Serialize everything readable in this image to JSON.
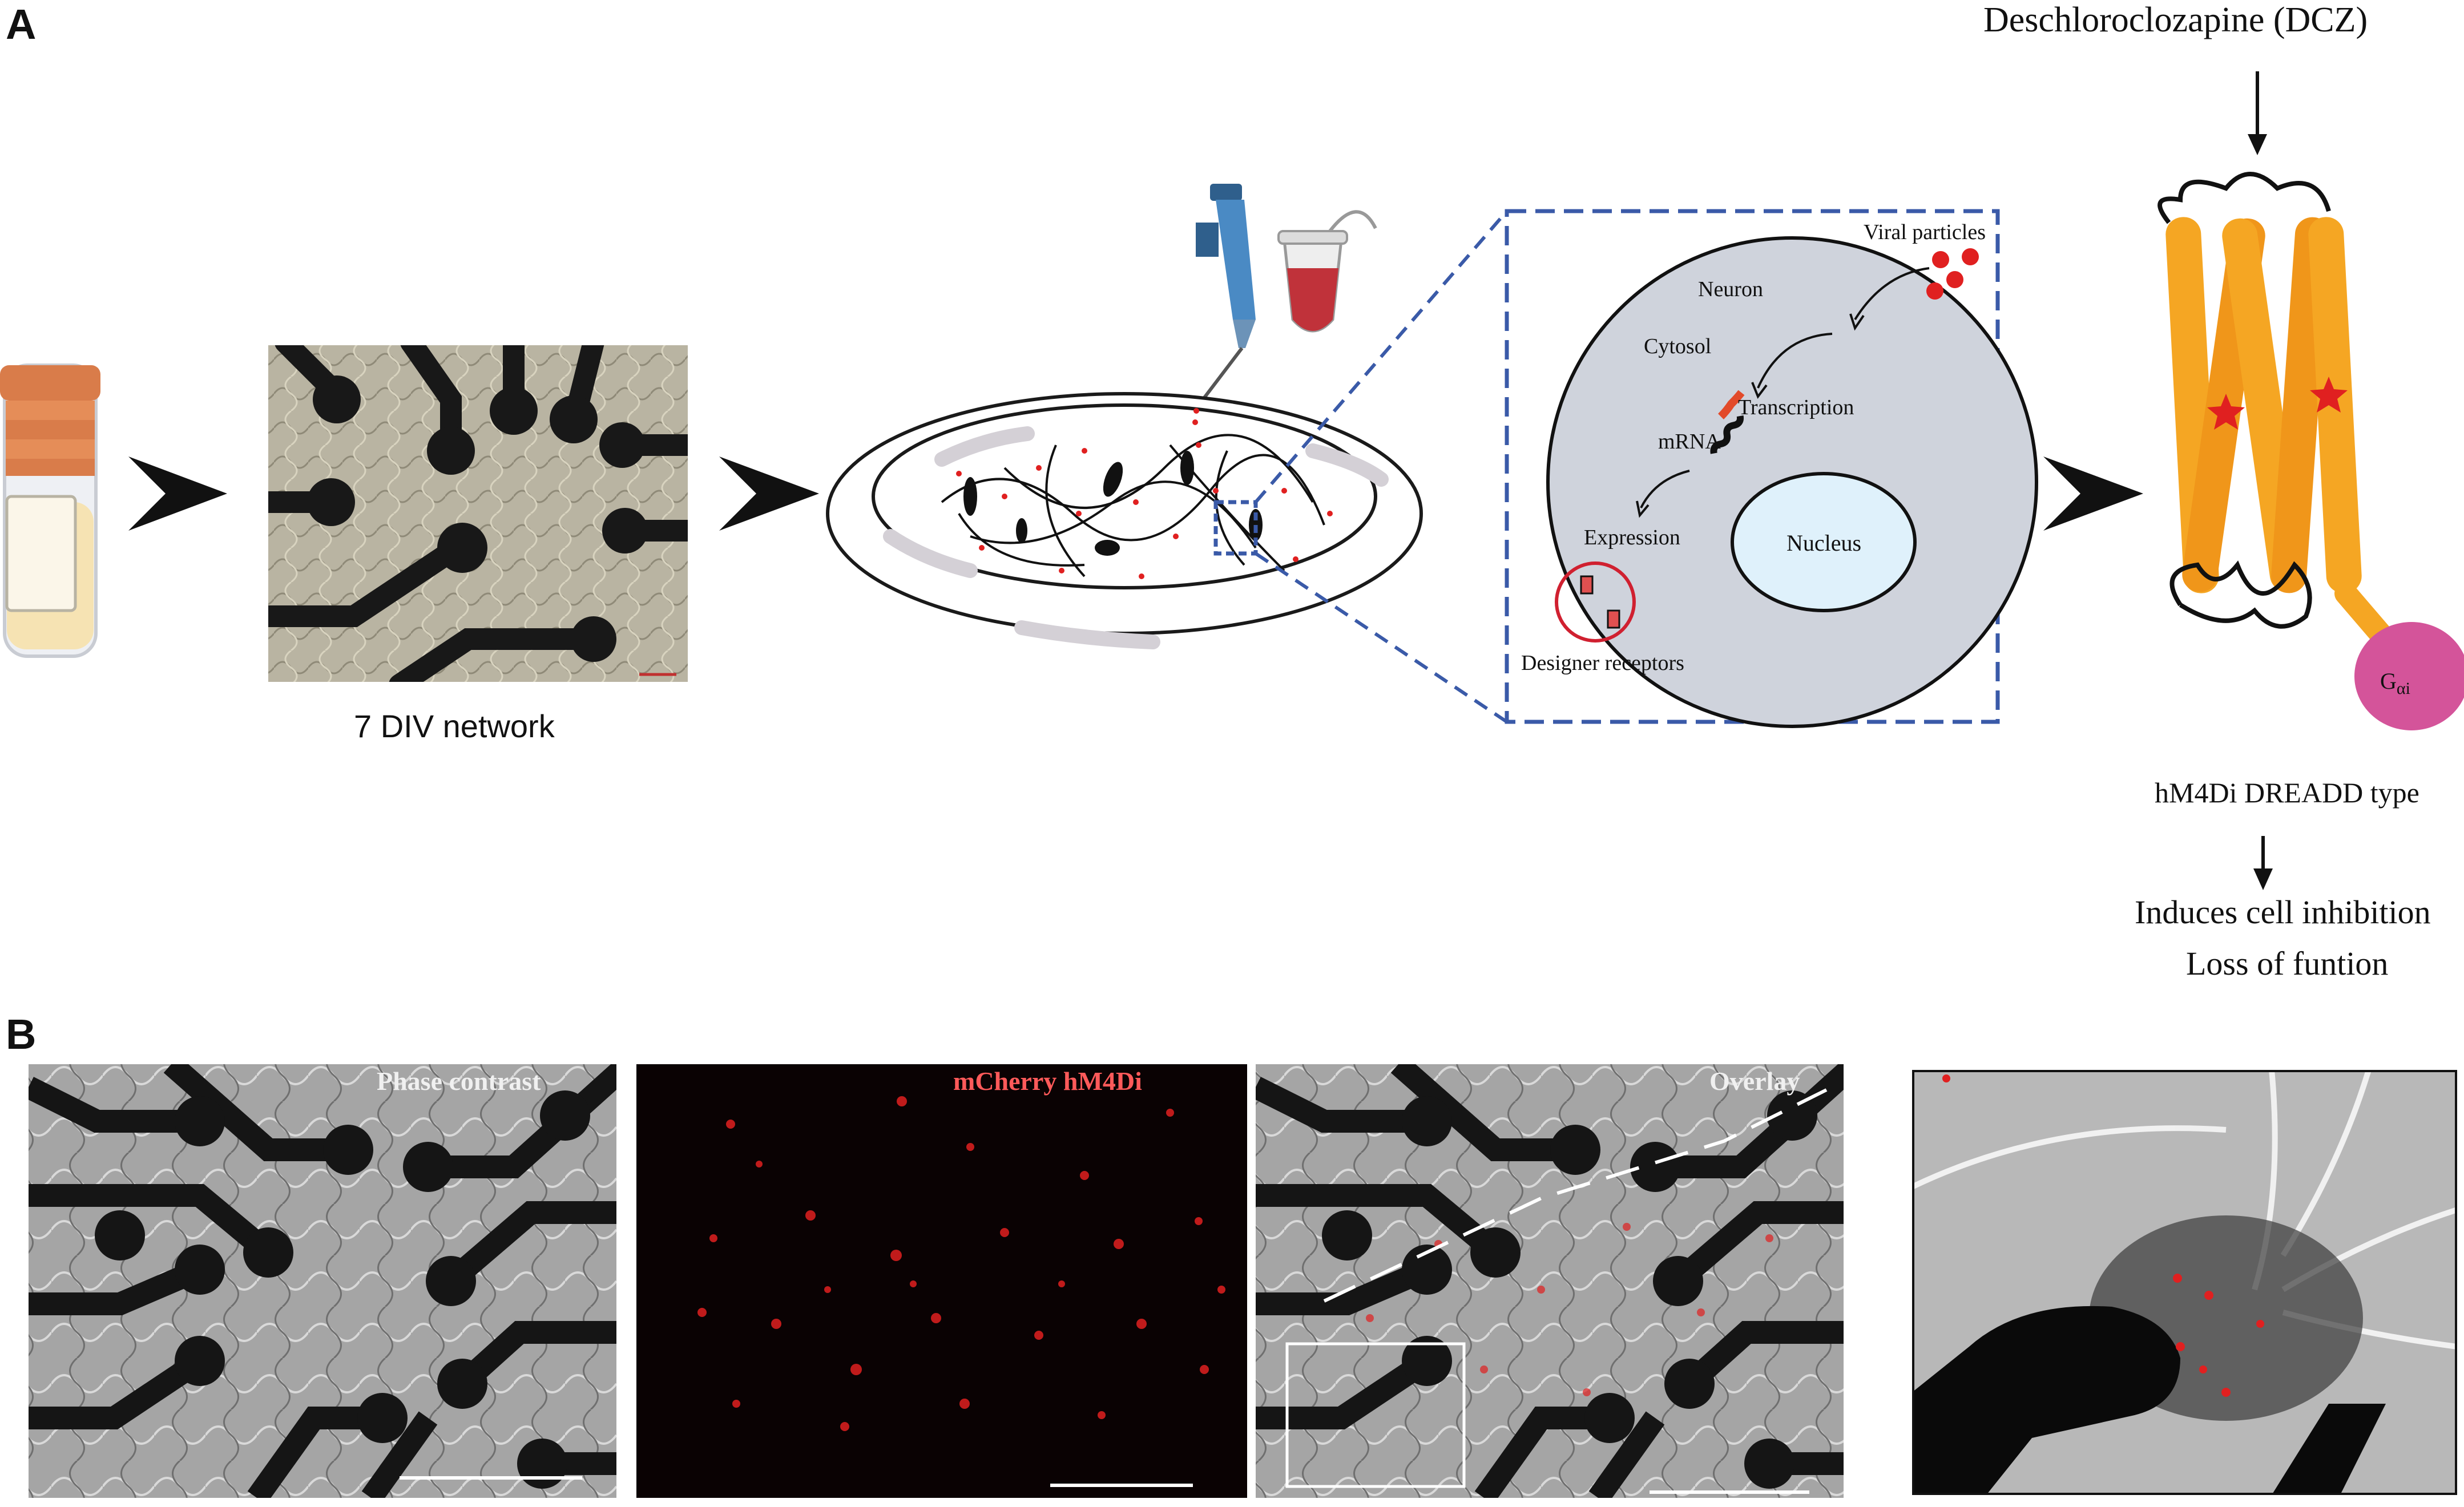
{
  "panel_a": {
    "letter": "A",
    "drug_label": "Deschloroclozapine (DCZ)",
    "network_caption": "7 DIV network",
    "inset": {
      "viral_particles": "Viral particles",
      "neuron": "Neuron",
      "cytosol": "Cytosol",
      "transcription": "Transcription",
      "mrna": "mRNA",
      "expression": "Expression",
      "nucleus": "Nucleus",
      "designer_receptors": "Designer receptors"
    },
    "g_protein_main": "G",
    "g_protein_sub": "αi",
    "receptor_type": "hM4Di DREADD type",
    "effect_line1": "Induces cell inhibition",
    "effect_line2": "Loss of funtion"
  },
  "panel_b": {
    "letter": "B",
    "image1_label": "Phase contrast",
    "image2_label": "mCherry hM4Di",
    "image3_label": "Overlay"
  },
  "colors": {
    "orange_receptor": "#f5a623",
    "red_marker": "#e02020",
    "inset_border": "#3a5aa8",
    "cell_fill": "#cfd3dc",
    "nucleus_fill": "#dff1fb",
    "g_protein": "#d4549a",
    "pipette_blue": "#4a8ac4"
  }
}
